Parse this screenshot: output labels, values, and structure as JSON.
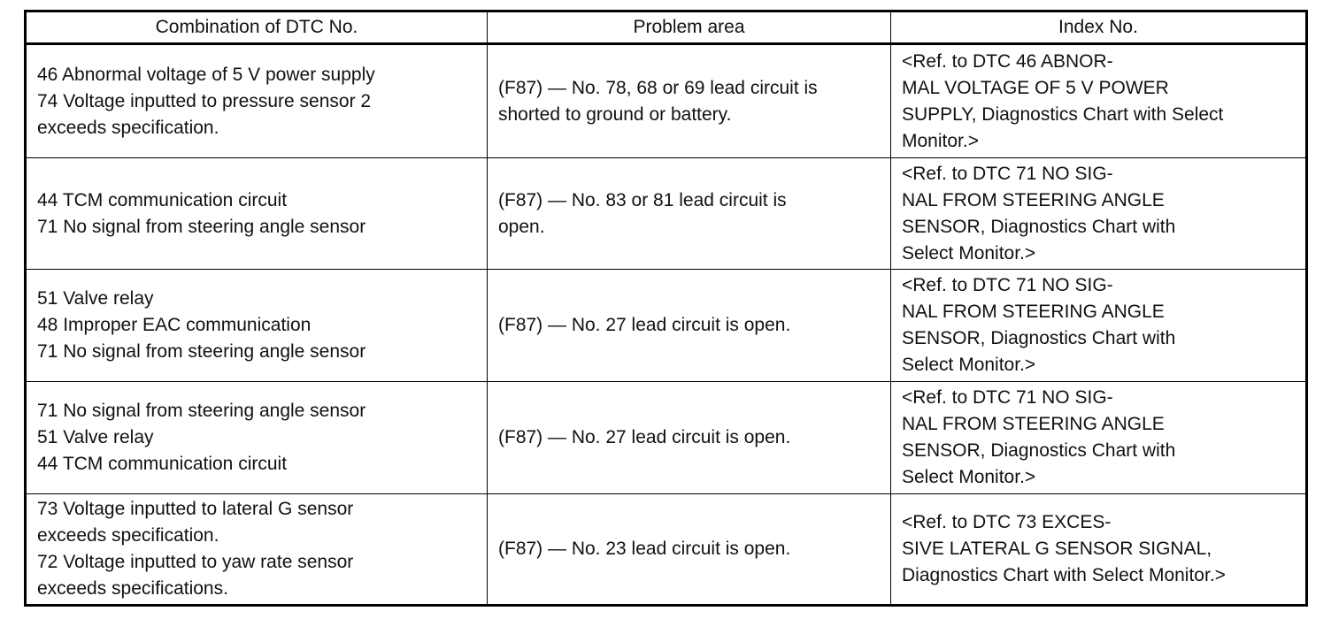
{
  "header": {
    "col1": "Combination of DTC No.",
    "col2": "Problem area",
    "col3": "Index No."
  },
  "rows": [
    {
      "combination": [
        "46 Abnormal voltage of 5 V power supply",
        "74 Voltage inputted to pressure sensor 2",
        "exceeds specification."
      ],
      "problem": [
        "(F87) — No. 78, 68 or 69 lead circuit is",
        "shorted to ground or battery."
      ],
      "index": [
        "<Ref. to DTC 46 ABNOR-",
        "MAL VOLTAGE OF 5 V POWER",
        "SUPPLY, Diagnostics Chart with Select",
        "Monitor.>"
      ]
    },
    {
      "combination": [
        "44 TCM communication circuit",
        "71 No signal from steering angle sensor"
      ],
      "problem": [
        "(F87) — No. 83 or 81 lead circuit is",
        "open."
      ],
      "index": [
        "<Ref. to DTC 71 NO SIG-",
        "NAL FROM STEERING ANGLE",
        "SENSOR, Diagnostics Chart with",
        "Select Monitor.>"
      ]
    },
    {
      "combination": [
        "51 Valve relay",
        "48 Improper EAC communication",
        "71 No signal from steering angle sensor"
      ],
      "problem": [
        "(F87) — No. 27 lead circuit is open."
      ],
      "index": [
        "<Ref. to DTC 71 NO SIG-",
        "NAL FROM STEERING ANGLE",
        "SENSOR, Diagnostics Chart with",
        "Select Monitor.>"
      ]
    },
    {
      "combination": [
        "71 No signal from steering angle sensor",
        "51 Valve relay",
        "44 TCM communication circuit"
      ],
      "problem": [
        "(F87) — No. 27 lead circuit is open."
      ],
      "index": [
        "<Ref. to DTC 71 NO SIG-",
        "NAL FROM STEERING ANGLE",
        "SENSOR, Diagnostics Chart with",
        "Select Monitor.>"
      ]
    },
    {
      "combination": [
        "73 Voltage inputted to lateral G sensor",
        "exceeds specification.",
        "72 Voltage inputted to yaw rate sensor",
        "exceeds specifications."
      ],
      "problem": [
        "(F87) — No. 23 lead circuit is open."
      ],
      "index": [
        "<Ref. to DTC 73 EXCES-",
        "SIVE LATERAL G SENSOR SIGNAL,",
        "Diagnostics Chart with Select Monitor.>"
      ]
    }
  ]
}
